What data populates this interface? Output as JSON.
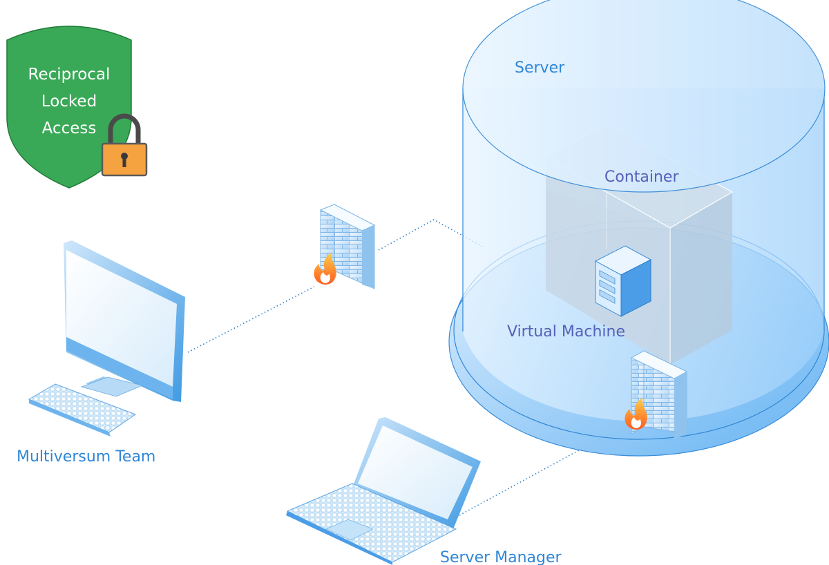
{
  "badge": {
    "lines": [
      "Reciprocal",
      "Locked",
      "Access"
    ],
    "color": "#3aa957"
  },
  "nodes": {
    "server": "Server",
    "container": "Container",
    "virtual_machine": "Virtual Machine",
    "desktop": "Multiversum Team",
    "laptop": "Server Manager"
  },
  "colors": {
    "label_blue": "#2f86d6",
    "label_purple": "#5560b8",
    "link": "#2d7fc9",
    "cylinder": "#8cc8f5"
  },
  "icons": [
    "shield-icon",
    "padlock-icon",
    "desktop-monitor-icon",
    "keyboard-icon",
    "firewall-icon",
    "flame-icon",
    "server-tower-icon",
    "laptop-icon"
  ]
}
